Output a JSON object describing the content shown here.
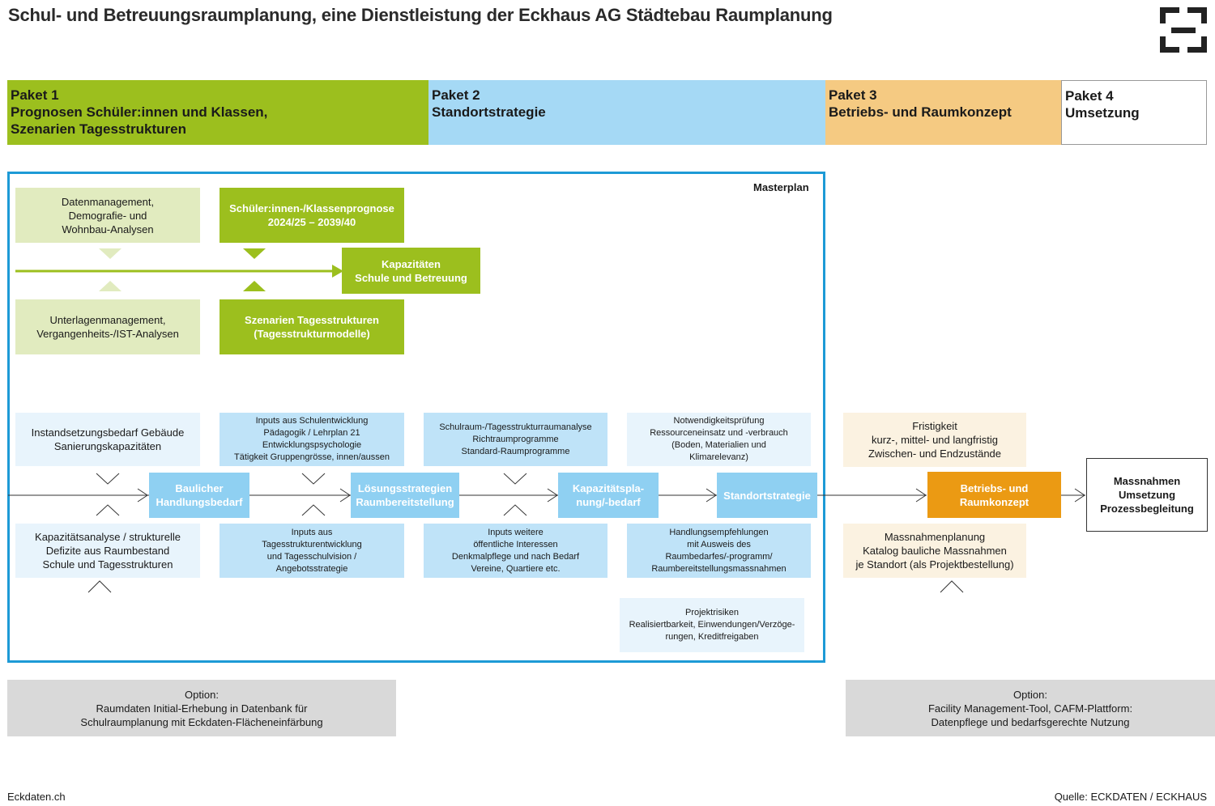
{
  "title": "Schul- und Betreuungsraumplanung, eine Dienstleistung der Eckhaus AG Städtebau Raumplanung",
  "logo_icon": "eckhaus-logo-icon",
  "pakete": [
    {
      "title": "Paket 1",
      "subtitle": "Prognosen Schüler:innen und Klassen,",
      "subtitle2": "Szenarien Tagesstrukturen",
      "color": "#9cbf1e"
    },
    {
      "title": "Paket 2",
      "subtitle": "Standortstrategie",
      "color": "#a5d9f5"
    },
    {
      "title": "Paket 3",
      "subtitle": "Betriebs- und Raumkonzept",
      "color": "#f5ca82"
    },
    {
      "title": "Paket 4",
      "subtitle": "Umsetzung",
      "color": "#ffffff"
    }
  ],
  "masterplan": {
    "label": "Masterplan",
    "top": {
      "datenmanagement": [
        "Datenmanagement,",
        "Demografie- und",
        "Wohnbau-Analysen"
      ],
      "unterlagen": [
        "Unterlagenmanagement,",
        "Vergangenheits-/IST-Analysen"
      ],
      "prognose": [
        "Schüler:innen-/Klassenprognose",
        "2024/25 – 2039/40"
      ],
      "szenarien": [
        "Szenarien Tagesstrukturen",
        "(Tagesstrukturmodelle)"
      ],
      "kapazitaeten": [
        "Kapazitäten",
        "Schule und Betreuung"
      ]
    },
    "flow": {
      "baulicher": [
        "Baulicher",
        "Handlungsbedarf"
      ],
      "loesung": [
        "Lösungsstrategien",
        "Raumbereitstellung"
      ],
      "kapplanung": [
        "Kapazitätspla-",
        "nung/-bedarf"
      ],
      "standort": [
        "Standortstrategie"
      ]
    },
    "inputs_top": {
      "instand": [
        "Instandsetzungsbedarf Gebäude",
        "Sanierungskapazitäten"
      ],
      "schulentw": [
        "Inputs aus Schulentwicklung",
        "Pädagogik / Lehrplan 21",
        "Entwicklungspsychologie",
        "Tätigkeit Gruppengrösse, innen/aussen"
      ],
      "raumanalyse": [
        "Schulraum-/Tagesstrukturraumanalyse",
        "Richtraumprogramme",
        "Standard-Raumprogramme"
      ],
      "notwendig": [
        "Notwendigkeitsprüfung",
        "Ressourceneinsatz und -verbrauch",
        "(Boden, Materialien und",
        "Klimarelevanz)"
      ]
    },
    "inputs_bottom": {
      "kapazitaetsanalyse": [
        "Kapazitätsanalyse / strukturelle",
        "Defizite aus Raumbestand",
        "Schule und Tagesstrukturen"
      ],
      "tagesstruktur": [
        "Inputs aus",
        "Tagesstrukturentwicklung",
        "und Tagesschulvision /",
        "Angebotsstrategie"
      ],
      "interessen": [
        "Inputs weitere",
        "öffentliche Interessen",
        "Denkmalpflege und nach Bedarf",
        "Vereine, Quartiere etc."
      ],
      "empfehlungen": [
        "Handlungsempfehlungen",
        "mit Ausweis des",
        "Raumbedarfes/-programm/",
        "Raumbereitstellungsmassnahmen"
      ],
      "risiken": [
        "Projektrisiken",
        "Realisiertbarkeit, Einwendungen/Verzöge-",
        "rungen, Kreditfreigaben"
      ]
    }
  },
  "paket3_boxes": {
    "fristigkeit": [
      "Fristigkeit",
      "kurz-, mittel- und langfristig",
      "Zwischen- und Endzustände"
    ],
    "betrieb": [
      "Betriebs- und",
      "Raumkonzept"
    ],
    "massnahmenplanung": [
      "Massnahmenplanung",
      "Katalog bauliche Massnahmen",
      "je Standort (als Projektbestellung)"
    ]
  },
  "paket4_box": [
    "Massnahmen",
    "Umsetzung",
    "Prozessbegleitung"
  ],
  "options": {
    "left": [
      "Option:",
      "Raumdaten Initial-Erhebung in Datenbank für",
      "Schulraumplanung mit Eckdaten-Flächeneinfärbung"
    ],
    "right": [
      "Option:",
      "Facility Management-Tool, CAFM-Plattform:",
      "Datenpflege und bedarfsgerechte Nutzung"
    ]
  },
  "footer": {
    "left": "Eckdaten.ch",
    "right": "Quelle: ECKDATEN / ECKHAUS"
  },
  "colors": {
    "masterplan_border": "#1d9ad6",
    "green": "#9cbf1e",
    "light_green": "#e1ebbf",
    "blue": "#8fd0f2",
    "orange": "#eb9a13"
  }
}
